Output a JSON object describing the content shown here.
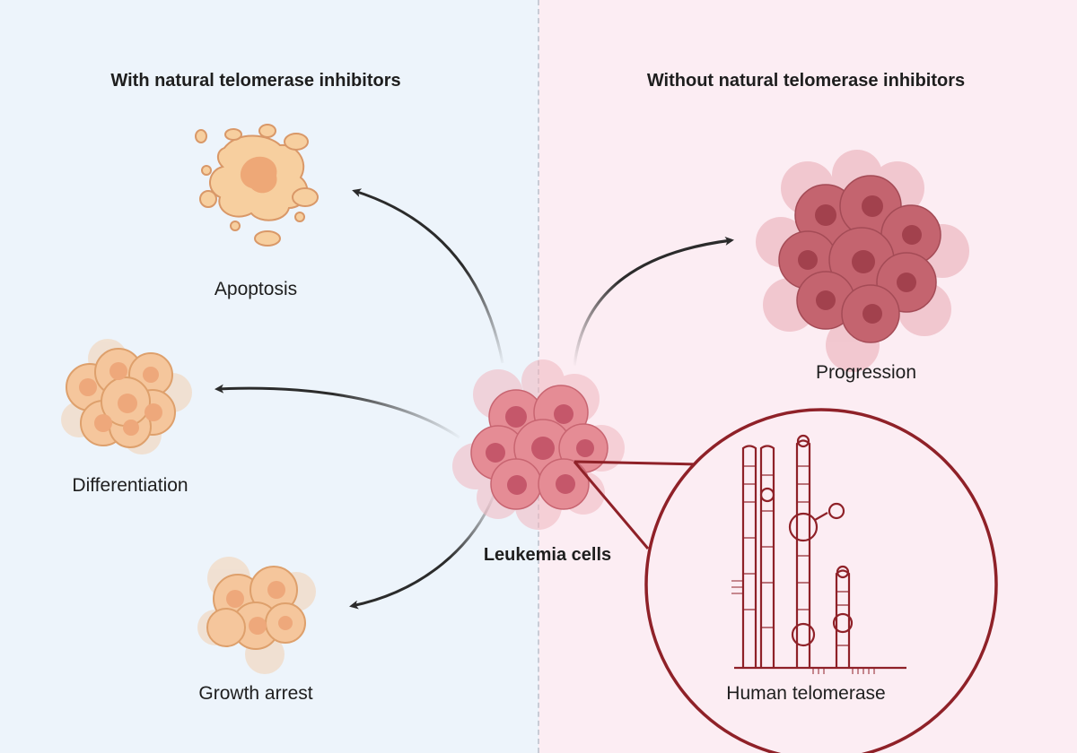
{
  "headings": {
    "left": "With natural telomerase inhibitors",
    "right": "Without natural telomerase inhibitors"
  },
  "labels": {
    "apoptosis": "Apoptosis",
    "differentiation": "Differentiation",
    "growth_arrest": "Growth arrest",
    "leukemia": "Leukemia cells",
    "progression": "Progression",
    "telomerase": "Human telomerase"
  },
  "colors": {
    "left_bg": "#edf4fb",
    "right_bg": "#fcedf3",
    "apoptosis_cell": "#f7cf9f",
    "leukemia_cell": "#e58c95",
    "progression_cell": "#c4646f",
    "differentiation_cell": "#f5c69c",
    "zoom_circle": "#8f2128",
    "arrow": "#2b2b2b"
  }
}
